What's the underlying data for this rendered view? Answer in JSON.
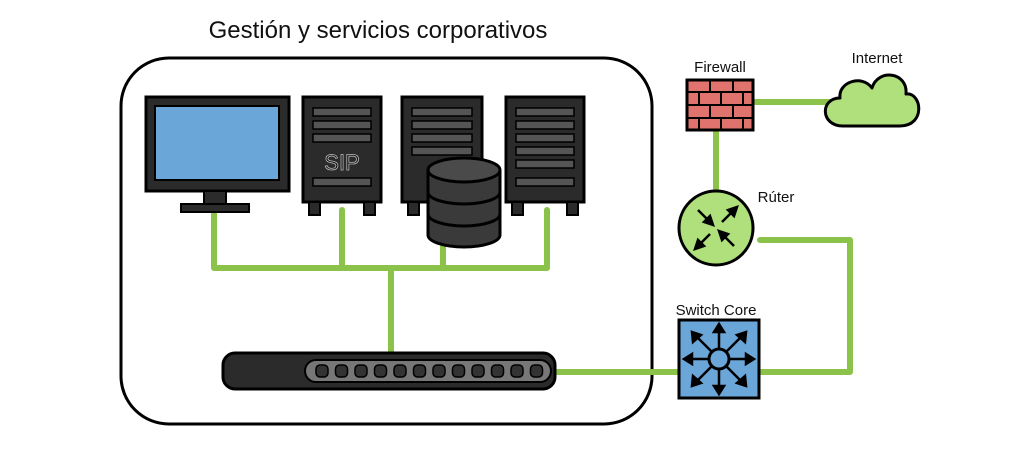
{
  "title": "Gestión y servicios corporativos",
  "nodes": {
    "sip_server_label": "SIP",
    "firewall_label": "Firewall",
    "internet_label": "Internet",
    "router_label": "Rúter",
    "switch_core_label": "Switch Core"
  },
  "colors": {
    "link": "#8bc34a",
    "monitor_screen": "#6aa6d8",
    "firewall_brick": "#e0736d",
    "cloud": "#b0e07c",
    "router": "#b0e07c",
    "switch_core": "#6aa6d8",
    "device_dark": "#333333"
  }
}
